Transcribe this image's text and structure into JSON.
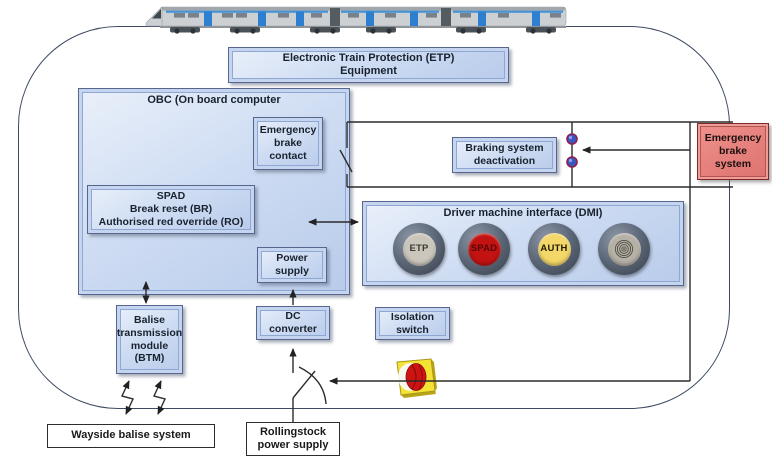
{
  "etp_equipment": [
    "Electronic Train Protection (ETP)",
    "Equipment"
  ],
  "obc": {
    "title": "OBC (On board computer",
    "emergency_brake_contact": [
      "Emergency",
      "brake",
      "contact"
    ],
    "spad_unit": [
      "SPAD",
      "Break reset (BR)",
      "Authorised red override (RO)"
    ],
    "power_supply": [
      "Power",
      "supply"
    ]
  },
  "braking_deactivation": [
    "Braking system",
    "deactivation"
  ],
  "emergency_brake_system": [
    "Emergency",
    "brake",
    "system"
  ],
  "dmi": {
    "title": "Driver machine interface (DMI)",
    "buttons": [
      {
        "label": "ETP",
        "color": "#cbc6bb"
      },
      {
        "label": "SPAD",
        "color": "#c21212"
      },
      {
        "label": "AUTH",
        "color": "#f3d768"
      },
      {
        "label": "",
        "icon": "buzzer-rings",
        "color": "#b6b1a7"
      }
    ]
  },
  "isolation_switch": [
    "Isolation",
    "switch"
  ],
  "btm": [
    "Balise",
    "transmission",
    "module",
    "(BTM)"
  ],
  "dc_converter": [
    "DC",
    "converter"
  ],
  "wayside_balise_system": "Wayside balise system",
  "rollingstock_power_supply": [
    "Rollingstock",
    "power supply"
  ],
  "colors": {
    "box_fill": "#cfddf3",
    "box_border": "#56668c",
    "emergency_red": "#e5807c",
    "wire": "#2b2b2b",
    "terminal_dot": "#3a57c0",
    "terminal_ring": "#8e2050",
    "estop_yellow": "#f4e334",
    "estop_red": "#ce1412",
    "train_body": "#ccd0d3",
    "train_door_blue": "#2f7fd0"
  }
}
